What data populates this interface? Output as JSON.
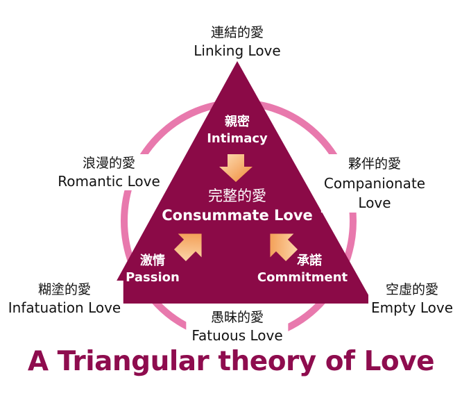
{
  "colors": {
    "triangle": "#8b0a47",
    "ring": "#e879ad",
    "arrow_light": "#fcd3a0",
    "arrow_dark": "#f08c3c",
    "title": "#8e0c4e"
  },
  "corners": {
    "linking": {
      "zh": "連結的愛",
      "en": "Linking Love"
    },
    "romantic": {
      "zh": "浪漫的愛",
      "en": "Romantic Love"
    },
    "companionate": {
      "zh": "夥伴的愛",
      "en1": "Companionate",
      "en2": "Love"
    },
    "infatuation": {
      "zh": "糊塗的愛",
      "en": "Infatuation Love"
    },
    "empty": {
      "zh": "空虛的愛",
      "en": "Empty Love"
    },
    "fatuous": {
      "zh": "愚昧的愛",
      "en": "Fatuous Love"
    }
  },
  "inner": {
    "intimacy": {
      "zh": "親密",
      "en": "Intimacy"
    },
    "consummate": {
      "zh": "完整的愛",
      "en": "Consummate Love"
    },
    "passion": {
      "zh": "激情",
      "en": "Passion"
    },
    "commitment": {
      "zh": "承諾",
      "en": "Commitment"
    }
  },
  "title": "A Triangular theory of Love"
}
